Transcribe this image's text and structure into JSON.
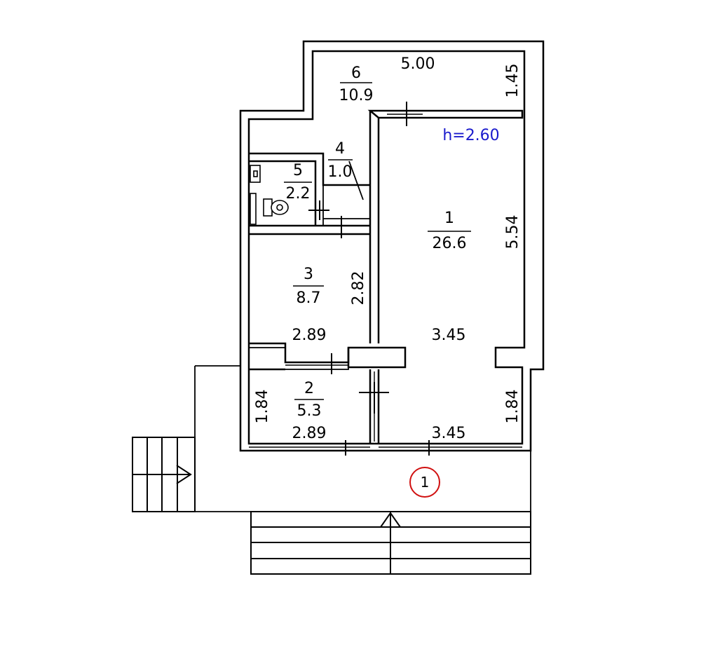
{
  "plan": {
    "ceiling_height": "h=2.60",
    "section_marker": "1",
    "rooms": [
      {
        "id": "room-1",
        "number": "1",
        "area": "26.6"
      },
      {
        "id": "room-2",
        "number": "2",
        "area": "5.3"
      },
      {
        "id": "room-3",
        "number": "3",
        "area": "8.7"
      },
      {
        "id": "room-4",
        "number": "4",
        "area": "1.0"
      },
      {
        "id": "room-5",
        "number": "5",
        "area": "2.2"
      },
      {
        "id": "room-6",
        "number": "6",
        "area": "10.9"
      }
    ],
    "dimensions": {
      "room6_width": "5.00",
      "room6_depth": "1.45",
      "room1_length": "5.54",
      "room1_width": "3.45",
      "room1_lower_width": "3.45",
      "room1_lower_length": "1.84",
      "room3_length": "2.82",
      "room3_width": "2.89",
      "room2_length": "1.84",
      "room2_width": "2.89"
    }
  }
}
